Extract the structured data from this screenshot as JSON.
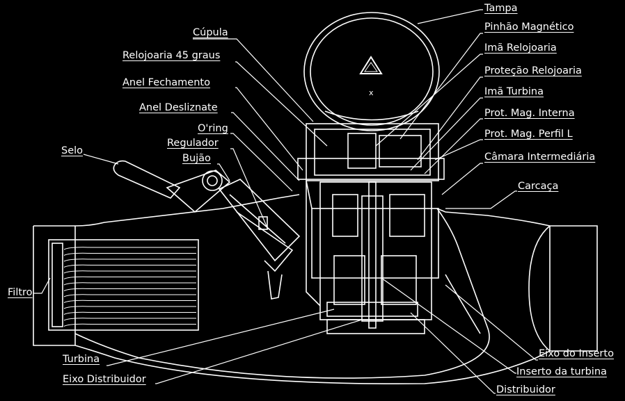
{
  "labels": {
    "tampa": "Tampa",
    "cupula": "Cúpula",
    "pinhao_magnetico": "Pinhão Magnético",
    "relojoaria_45": "Relojoaria 45 graus",
    "ima_relojoaria": "Imã Relojoaria",
    "protecao_relojoaria": "Proteção Relojoaria",
    "anel_fechamento": "Anel  Fechamento",
    "ima_turbina": "Imã Turbina",
    "anel_deslizante": "Anel Desliznate",
    "prot_mag_interna": "Prot. Mag. Interna",
    "oring": "O'ring",
    "prot_mag_perfil_l": "Prot. Mag. Perfil L",
    "regulador": "Regulador",
    "camara_intermediaria": "Câmara Intermediária",
    "bujao": "Bujão",
    "selo": "Selo",
    "carcaca": "Carcaça",
    "filtro": "Filtro",
    "turbina": "Turbina",
    "eixo_do_inserto": "Eixo do Inserto",
    "inserto_da_turbina": "Inserto da turbina",
    "eixo_distribuidor": "Eixo Distribuidor",
    "distribuidor": "Distribuidor"
  },
  "cover_mark": "x",
  "colors": {
    "background": "#000000",
    "line": "#ffffff"
  }
}
